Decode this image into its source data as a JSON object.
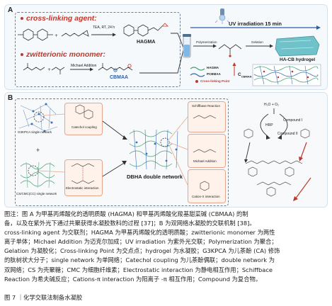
{
  "figure": {
    "panel_a": {
      "label": "A",
      "cross_linking_title": "cross-linking agent:",
      "zwitterionic_title": "zwitterionic monomer:",
      "reaction1_condition": "TEA,  RT,  24 h",
      "michael_addition": "Michael Addition",
      "hagma": "HAGMA",
      "cbmaa": "CBMAA",
      "uv_label": "UV irradiation 15 min",
      "polymerization": "Polymerization",
      "gelation": "Gelation",
      "hydrogel_label": "HA-CB hydrogel",
      "legend_hagma": "HAGMA",
      "legend_pcbmaa": "PCBMAA",
      "legend_crosslink": "Cross-linking Point",
      "c_cbmaa": "C",
      "c_cbmaa_sub": "CBMAA"
    },
    "panel_b": {
      "label": "B",
      "g3kpca": "G3KPCA single network",
      "cscmc": "CS/CMC(CC) single network",
      "catechol": "Catechol coupling",
      "electrostatic": "Electrostatic interaction",
      "dbha": "DBHA double network",
      "schiff": "Schiffbase Reaction",
      "michael": "Michael Addition",
      "cation_pi": "Cation-π interaction",
      "h2o_o2": "H₂O + O₂",
      "hrp": "HRP",
      "compound_i": "Compound I",
      "compound_ii": "Compound II",
      "plus": "+"
    }
  },
  "caption": {
    "line1": "图注：图 A 为甲基丙烯酸化的透明质酸 (HAGMA) 和甲基丙烯酸化羧基甜菜碱 (CBMAA) 的制",
    "line2": "备，以及在紫外光下通过共聚获得水凝胶数科的过程 [37]；B 为双网络水凝胶的交联机制 [38]。",
    "line3": "cross-linking agent 为交联剂；HAGMA 为甲基丙烯酸化的透明质酸；zwitterionic monomer 为两性",
    "line4": "离子单体；Michael Addition 为迈克尔加成；UV irradiation 为紫外光交联；Polymerization 为聚合；",
    "line5": "Gelation 为凝胶化；Cross-linking Point 为交点点；hydrogel 为水凝胶；G3KPCA 为儿茶酚 (CA) 修饰",
    "line6": "的肽树状大分子；single network 为单网络；Catechol coupling 为儿茶酚偶联；double network 为",
    "line7": "双网络；CS 为壳聚糖；CMC 为细胞纤维素；Electrostatic interaction 为静电相互作用；Schiffbace",
    "line8": "Reaction 为希夫碱反应；Cations-π interaction 为阳离子 -π 相互作用；Compound 为复合物。"
  },
  "figure_title": "图 7 ｜化学交联法制备水凝胶",
  "colors": {
    "accent_red": "#c0382b",
    "accent_blue": "#2a5fa8",
    "network_green": "#4aa37a",
    "network_blue": "#3b6fb6",
    "panel_bg": "#f6f9fc"
  }
}
